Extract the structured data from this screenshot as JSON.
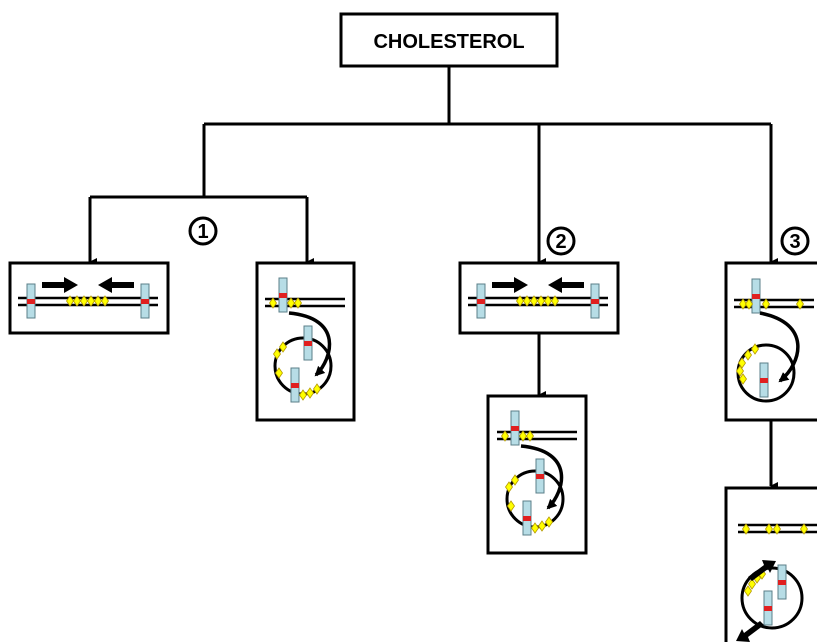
{
  "root": {
    "label": "CHOLESTEROL"
  },
  "pathways": [
    {
      "number": "1"
    },
    {
      "number": "2"
    },
    {
      "number": "3"
    }
  ],
  "colors": {
    "line": "#000000",
    "background": "#ffffff",
    "box_fill": "#ffffff",
    "bar_fill": "#b7dde6",
    "bar_stroke": "#5b7f88",
    "marker_red": "#e02020",
    "diamond_fill": "#ffff00",
    "diamond_stroke": "#b59a00"
  }
}
